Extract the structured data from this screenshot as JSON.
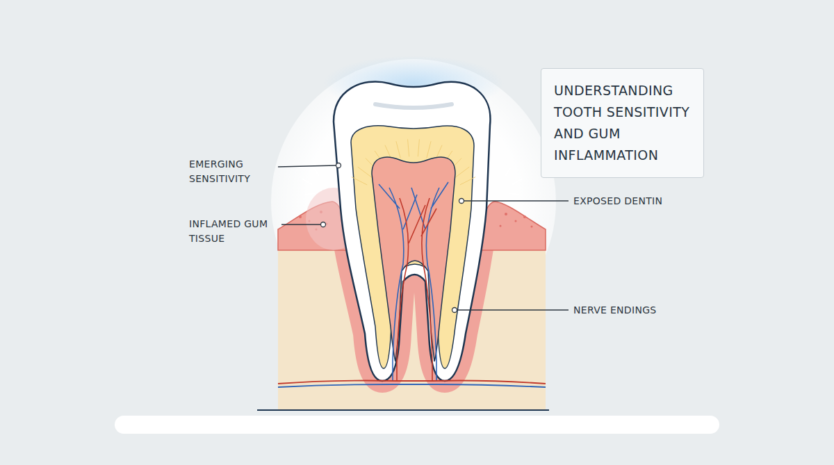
{
  "diagram": {
    "title": "UNDERSTANDING TOOTH SENSITIVITY AND GUM INFLAMMATION",
    "labels": [
      "EMERGING SENSITIVITY",
      "INFLAMED GUM TISSUE",
      "EXPOSED DENTIN",
      "NERVE ENDINGS"
    ]
  }
}
